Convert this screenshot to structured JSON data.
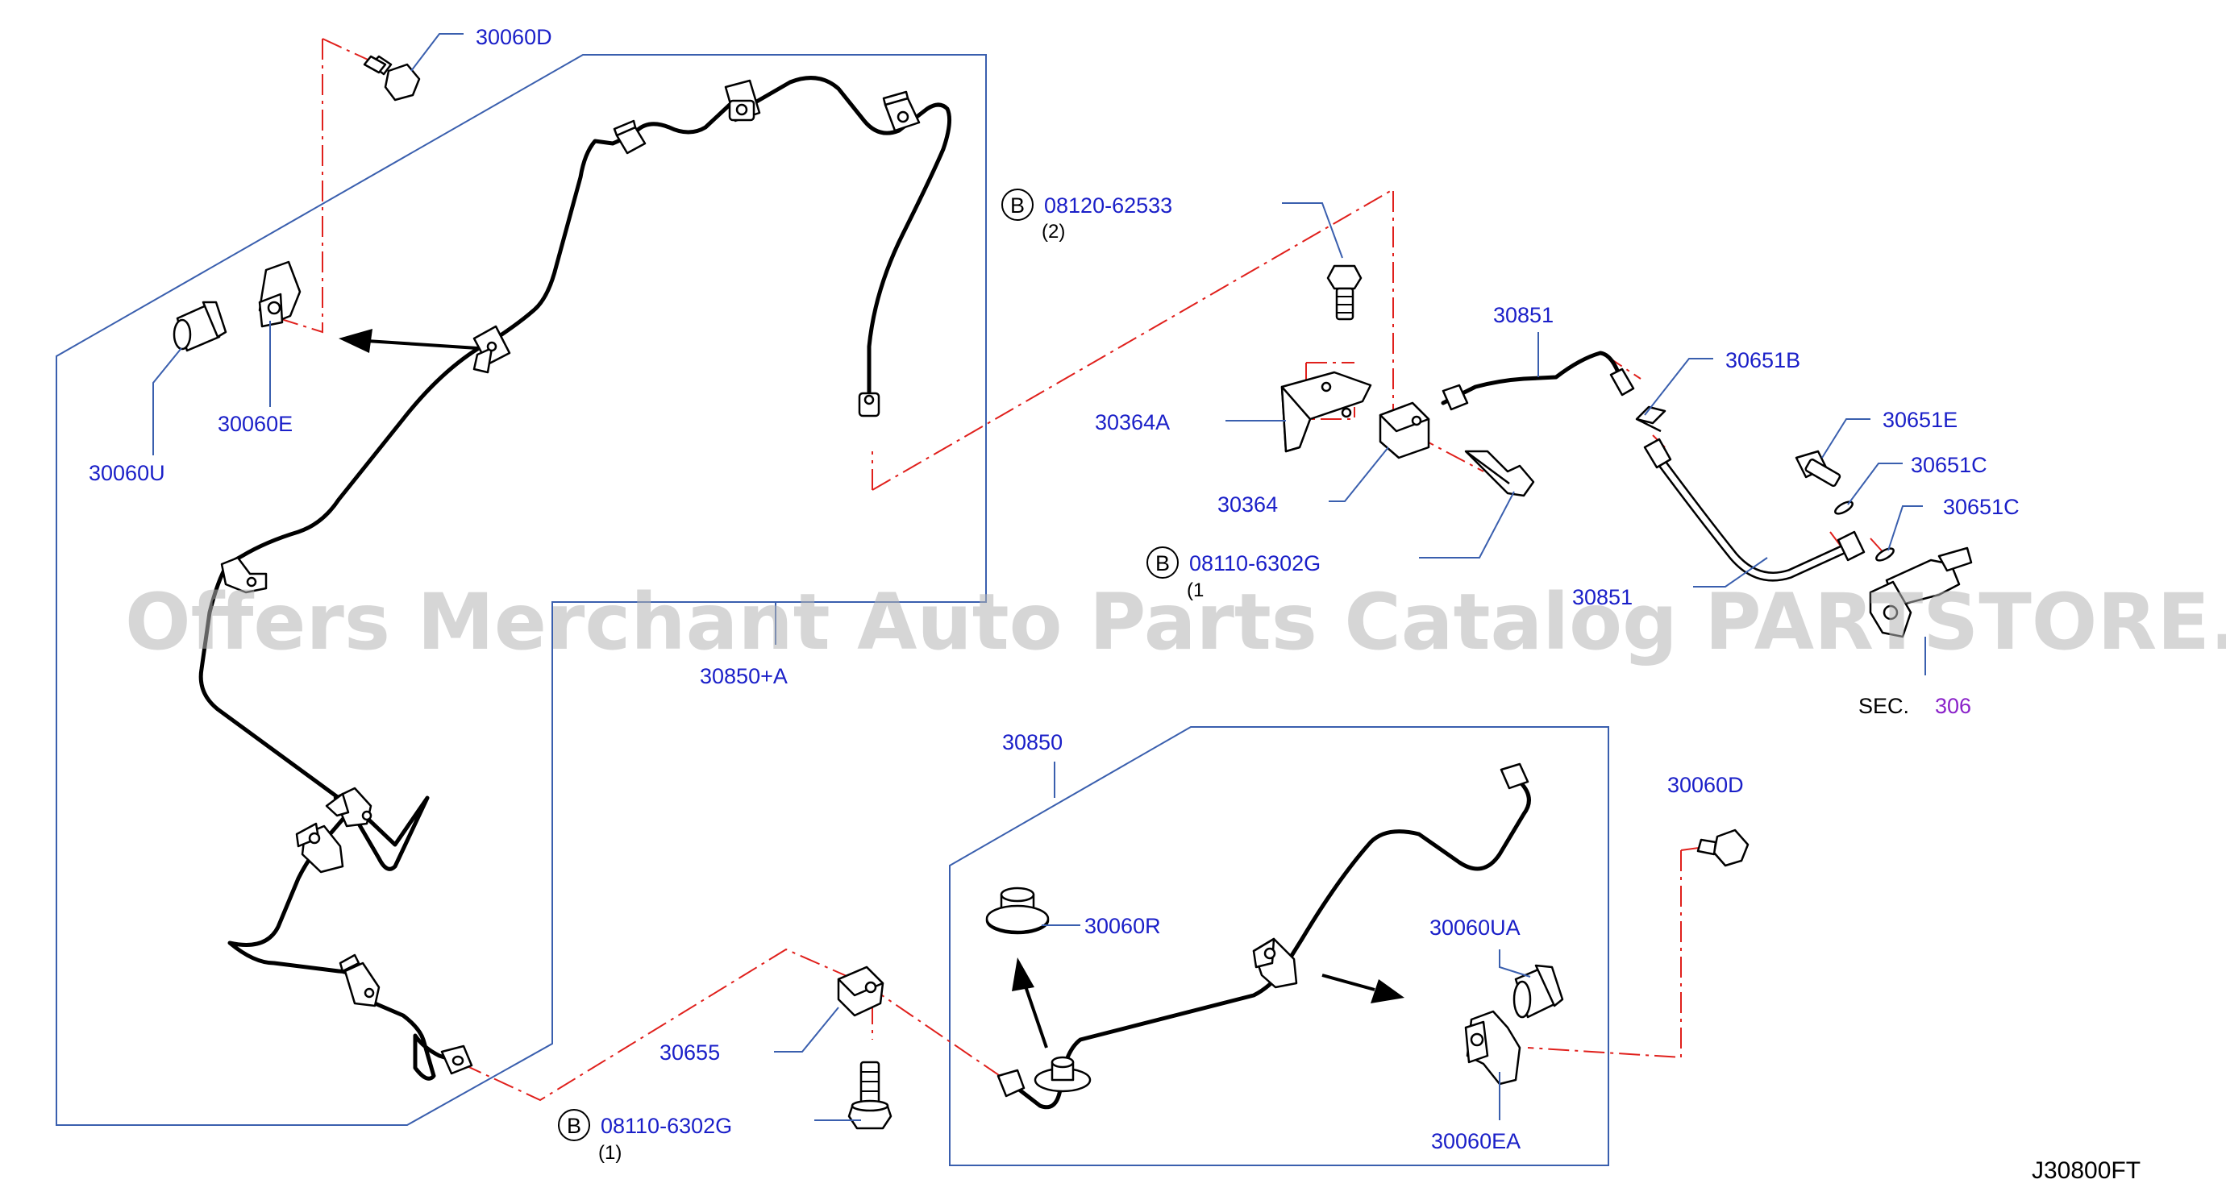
{
  "labels": {
    "p30060D_top": "30060D",
    "p30060E": "30060E",
    "p30060U": "30060U",
    "p30850A": "30850+A",
    "p08120_62533": "08120-62533",
    "p08120_qty": "(2)",
    "p30364A": "30364A",
    "p30364": "30364",
    "p08110_6302G_mid": "08110-6302G",
    "p08110_mid_qty": "(1",
    "p30851_top": "30851",
    "p30851_bot": "30851",
    "p30651B": "30651B",
    "p30651E": "30651E",
    "p30651C_1": "30651C",
    "p30651C_2": "30651C",
    "sec_prefix": "SEC.",
    "sec_num": "306",
    "p30850": "30850",
    "p30060R": "30060R",
    "p30060UA": "30060UA",
    "p30060D_right": "30060D",
    "p30060EA": "30060EA",
    "p30655": "30655",
    "p08110_6302G_bot": "08110-6302G",
    "p08110_bot_qty": "(1)",
    "diagram_code": "J30800FT",
    "badge_b": "B"
  },
  "watermark": "Offers Merchant Auto Parts Catalog PARTSTORE.SA",
  "colors": {
    "label_blue": "#1a1fc8",
    "guide_red": "#e0201c",
    "box_blue": "#3a5fae",
    "section_purple": "#8a22c9",
    "watermark_gray": "#b5b5b5"
  }
}
